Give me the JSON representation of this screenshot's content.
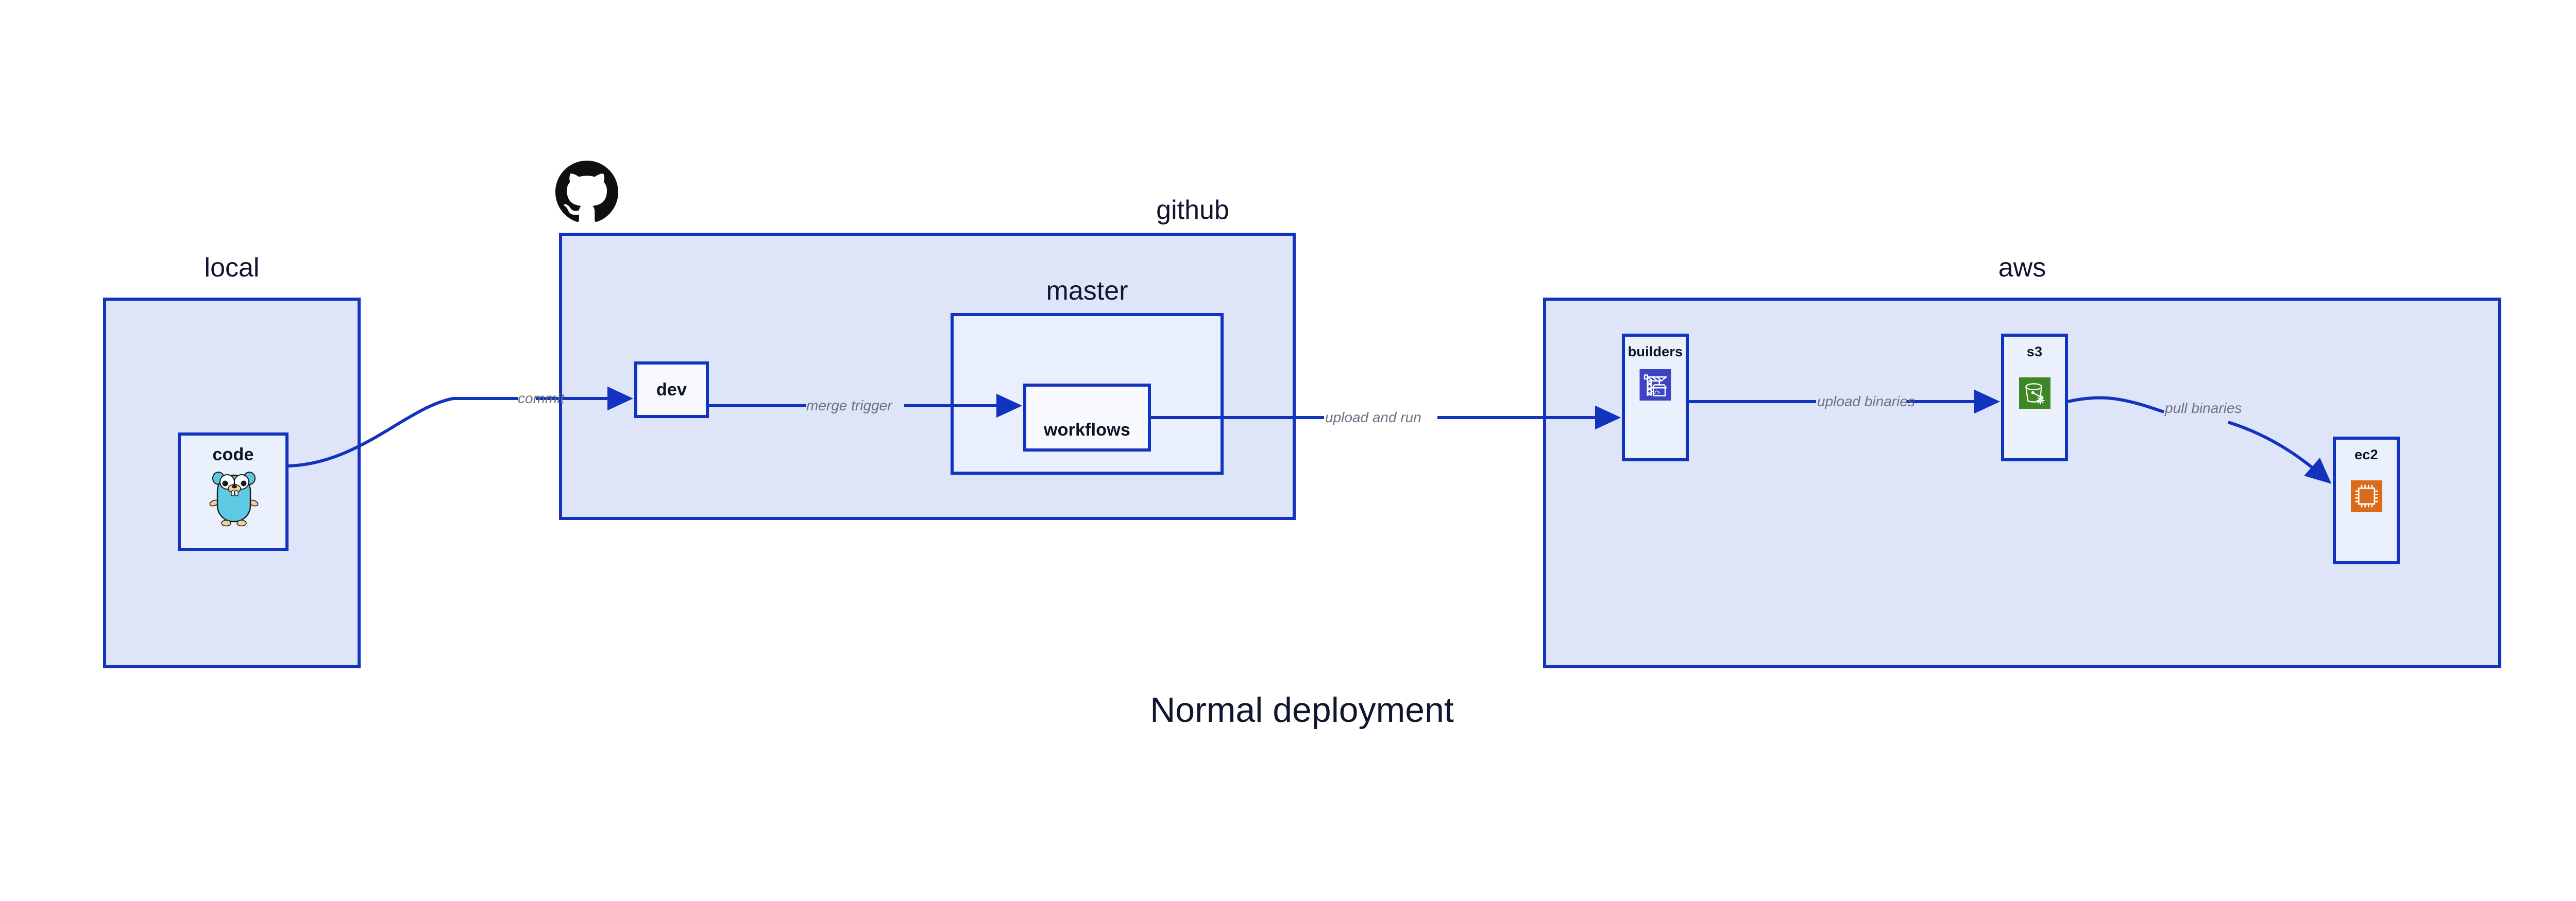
{
  "title": "Normal deployment",
  "colors": {
    "group_fill": "#DEE5F9",
    "group_inner_fill": "#E9EFFC",
    "node_fill": "#EBF0FD",
    "border_blue": "#1233BE",
    "edge_blue": "#1233BE",
    "edge_label_gray": "#6B7280",
    "text_dark": "#11162E",
    "gopher_cyan": "#5DC9E2",
    "builders_indigo": "#3C44C4",
    "s3_green": "#3F8624",
    "ec2_orange": "#DC6B19",
    "github_black": "#100F0F"
  },
  "groups": [
    {
      "id": "local",
      "label": "local"
    },
    {
      "id": "github",
      "label": "github"
    },
    {
      "id": "master",
      "label": "master"
    },
    {
      "id": "aws",
      "label": "aws"
    }
  ],
  "nodes": [
    {
      "id": "code",
      "label": "code",
      "icon": "go-gopher-icon"
    },
    {
      "id": "dev",
      "label": "dev",
      "icon": null
    },
    {
      "id": "workflows",
      "label": "workflows",
      "icon": null
    },
    {
      "id": "builders",
      "label": "builders",
      "icon": "crane-code-icon"
    },
    {
      "id": "s3",
      "label": "s3",
      "icon": "s3-bucket-icon"
    },
    {
      "id": "ec2",
      "label": "ec2",
      "icon": "cpu-chip-icon"
    }
  ],
  "edges": [
    {
      "id": "commit",
      "label": "commit",
      "from": "code",
      "to": "dev"
    },
    {
      "id": "merge-trigger",
      "label": "merge trigger",
      "from": "dev",
      "to": "workflows"
    },
    {
      "id": "upload-and-run",
      "label": "upload and run",
      "from": "workflows",
      "to": "builders"
    },
    {
      "id": "upload-binaries",
      "label": "upload binaries",
      "from": "builders",
      "to": "s3"
    },
    {
      "id": "pull-binaries",
      "label": "pull binaries",
      "from": "s3",
      "to": "ec2"
    }
  ],
  "icons": {
    "github_mark": "github-octocat-icon"
  }
}
